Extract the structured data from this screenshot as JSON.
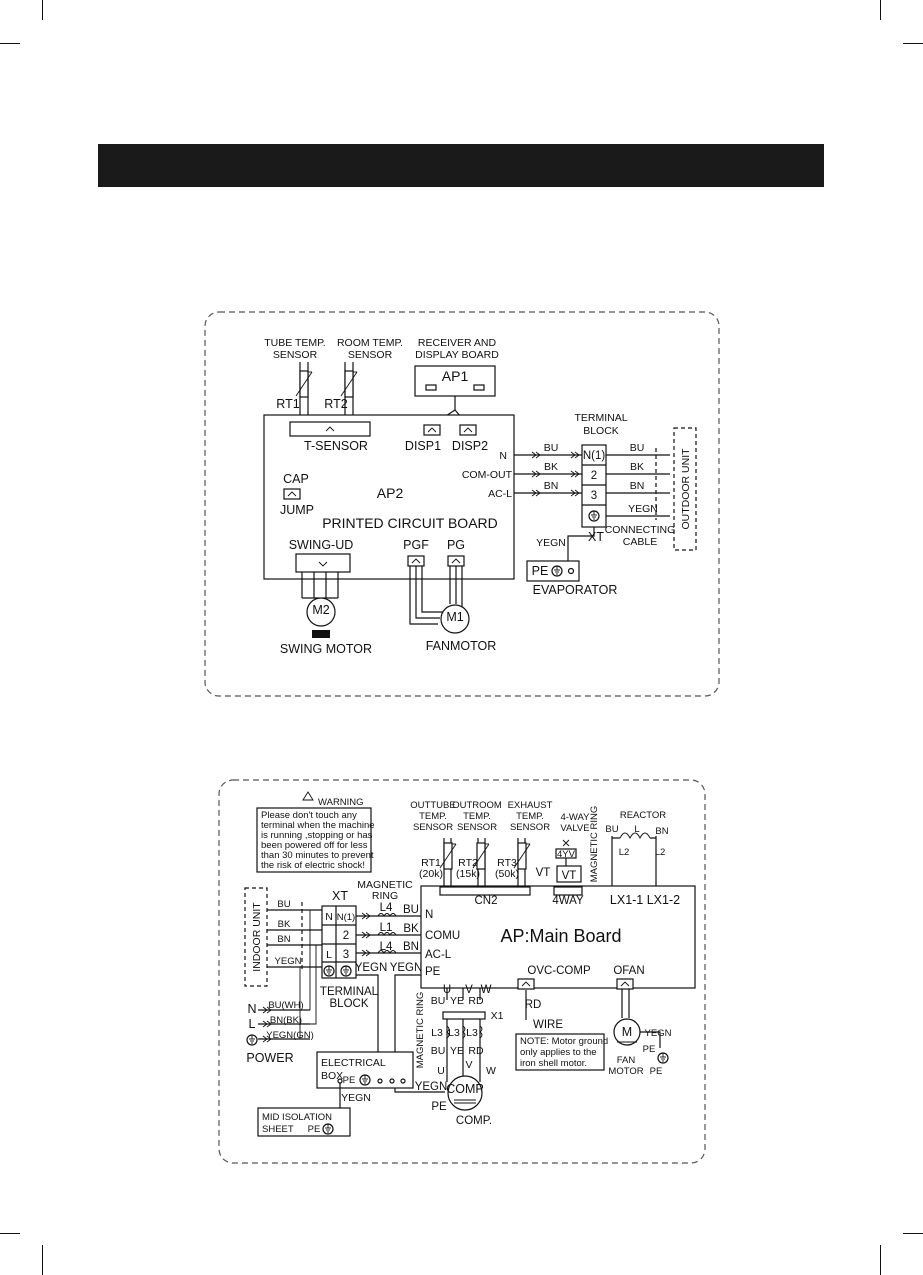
{
  "indoor": {
    "labels": {
      "tube_sensor": "TUBE TEMP. SENSOR",
      "room_sensor": "ROOM TEMP. SENSOR",
      "receiver": "RECEIVER AND DISPLAY BOARD",
      "ap1": "AP1",
      "rt1": "RT1",
      "rt2": "RT2",
      "t_sensor": "T-SENSOR",
      "disp1": "DISP1",
      "disp2": "DISP2",
      "cap": "CAP",
      "jump": "JUMP",
      "ap2": "AP2",
      "pcb": "PRINTED CIRCUIT BOARD",
      "swing_ud": "SWING-UD",
      "pgf": "PGF",
      "pg": "PG",
      "m2": "M2",
      "m1": "M1",
      "swing_motor": "SWING MOTOR",
      "fanmotor": "FANMOTOR",
      "n": "N",
      "com_out": "COM-OUT",
      "ac_l": "AC-L",
      "bu": "BU",
      "bk": "BK",
      "bn": "BN",
      "yegn": "YEGN",
      "terminal_block": "TERMINAL BLOCK",
      "n1": "N(1)",
      "t2": "2",
      "t3": "3",
      "xt": "XT",
      "connecting_cable": "CONNECTING CABLE",
      "outdoor_unit": "OUTDOOR UNIT",
      "pe": "PE",
      "evaporator": "EVAPORATOR"
    }
  },
  "outdoor": {
    "warning": {
      "title": "WARNING",
      "lines": [
        "Please don't touch any",
        "terminal when the machine",
        "is running ,stopping or has",
        "been powered off for less",
        "than 30 minutes to prevent",
        "the risk of electric shock!"
      ]
    },
    "labels": {
      "outtube": "OUTTUBE TEMP. SENSOR",
      "outroom": "OUTROOM TEMP. SENSOR",
      "exhaust": "EXHAUST TEMP. SENSOR",
      "valve": "4-WAY VALVE",
      "reactor": "REACTOR",
      "magnetic_ring": "MAGNETIC RING",
      "rt1": "RT1 (20k)",
      "rt2": "RT2 (15k)",
      "rt3": "RT3 (50k)",
      "vt": "VT",
      "yv": "4YV",
      "cn2": "CN2",
      "fourway": "4WAY",
      "lx": "LX1-1 LX1-2",
      "l": "L",
      "l2": "L2",
      "indoor_unit": "INDOOR UNIT",
      "xt": "XT",
      "n": "N",
      "n1": "N(1)",
      "t2": "2",
      "t3": "3",
      "l4": "L4",
      "l1": "L1",
      "bu": "BU",
      "bk": "BK",
      "bn": "BN",
      "yegn": "YEGN",
      "comu": "COMU",
      "ac_l": "AC-L",
      "pe": "PE",
      "main_board": "AP:Main Board",
      "terminal_block": "TERMINAL BLOCK",
      "ovc_comp": "OVC-COMP",
      "ofan": "OFAN",
      "u": "U",
      "v": "V",
      "w": "W",
      "ye": "YE",
      "rd": "RD",
      "x1": "X1",
      "l3": "L3",
      "wire": "WIRE",
      "note_lines": [
        "NOTE: Motor ground",
        "only applies to the",
        "iron shell motor."
      ],
      "m": "M",
      "fan_motor": "FAN MOTOR",
      "power_n": "N",
      "power_l": "L",
      "bu_wh": "BU(WH)",
      "bn_bk": "BN(BK)",
      "yegn_gn": "YEGN(GN)",
      "power": "POWER",
      "electrical_box": "ELECTRICAL BOX",
      "comp": "COMP",
      "comp_dot": "COMP.",
      "mid_isolation": "MID ISOLATION SHEET"
    }
  },
  "colors": {
    "ink": "#111111",
    "banner": "#1a1a1a",
    "dash": "#555555"
  }
}
